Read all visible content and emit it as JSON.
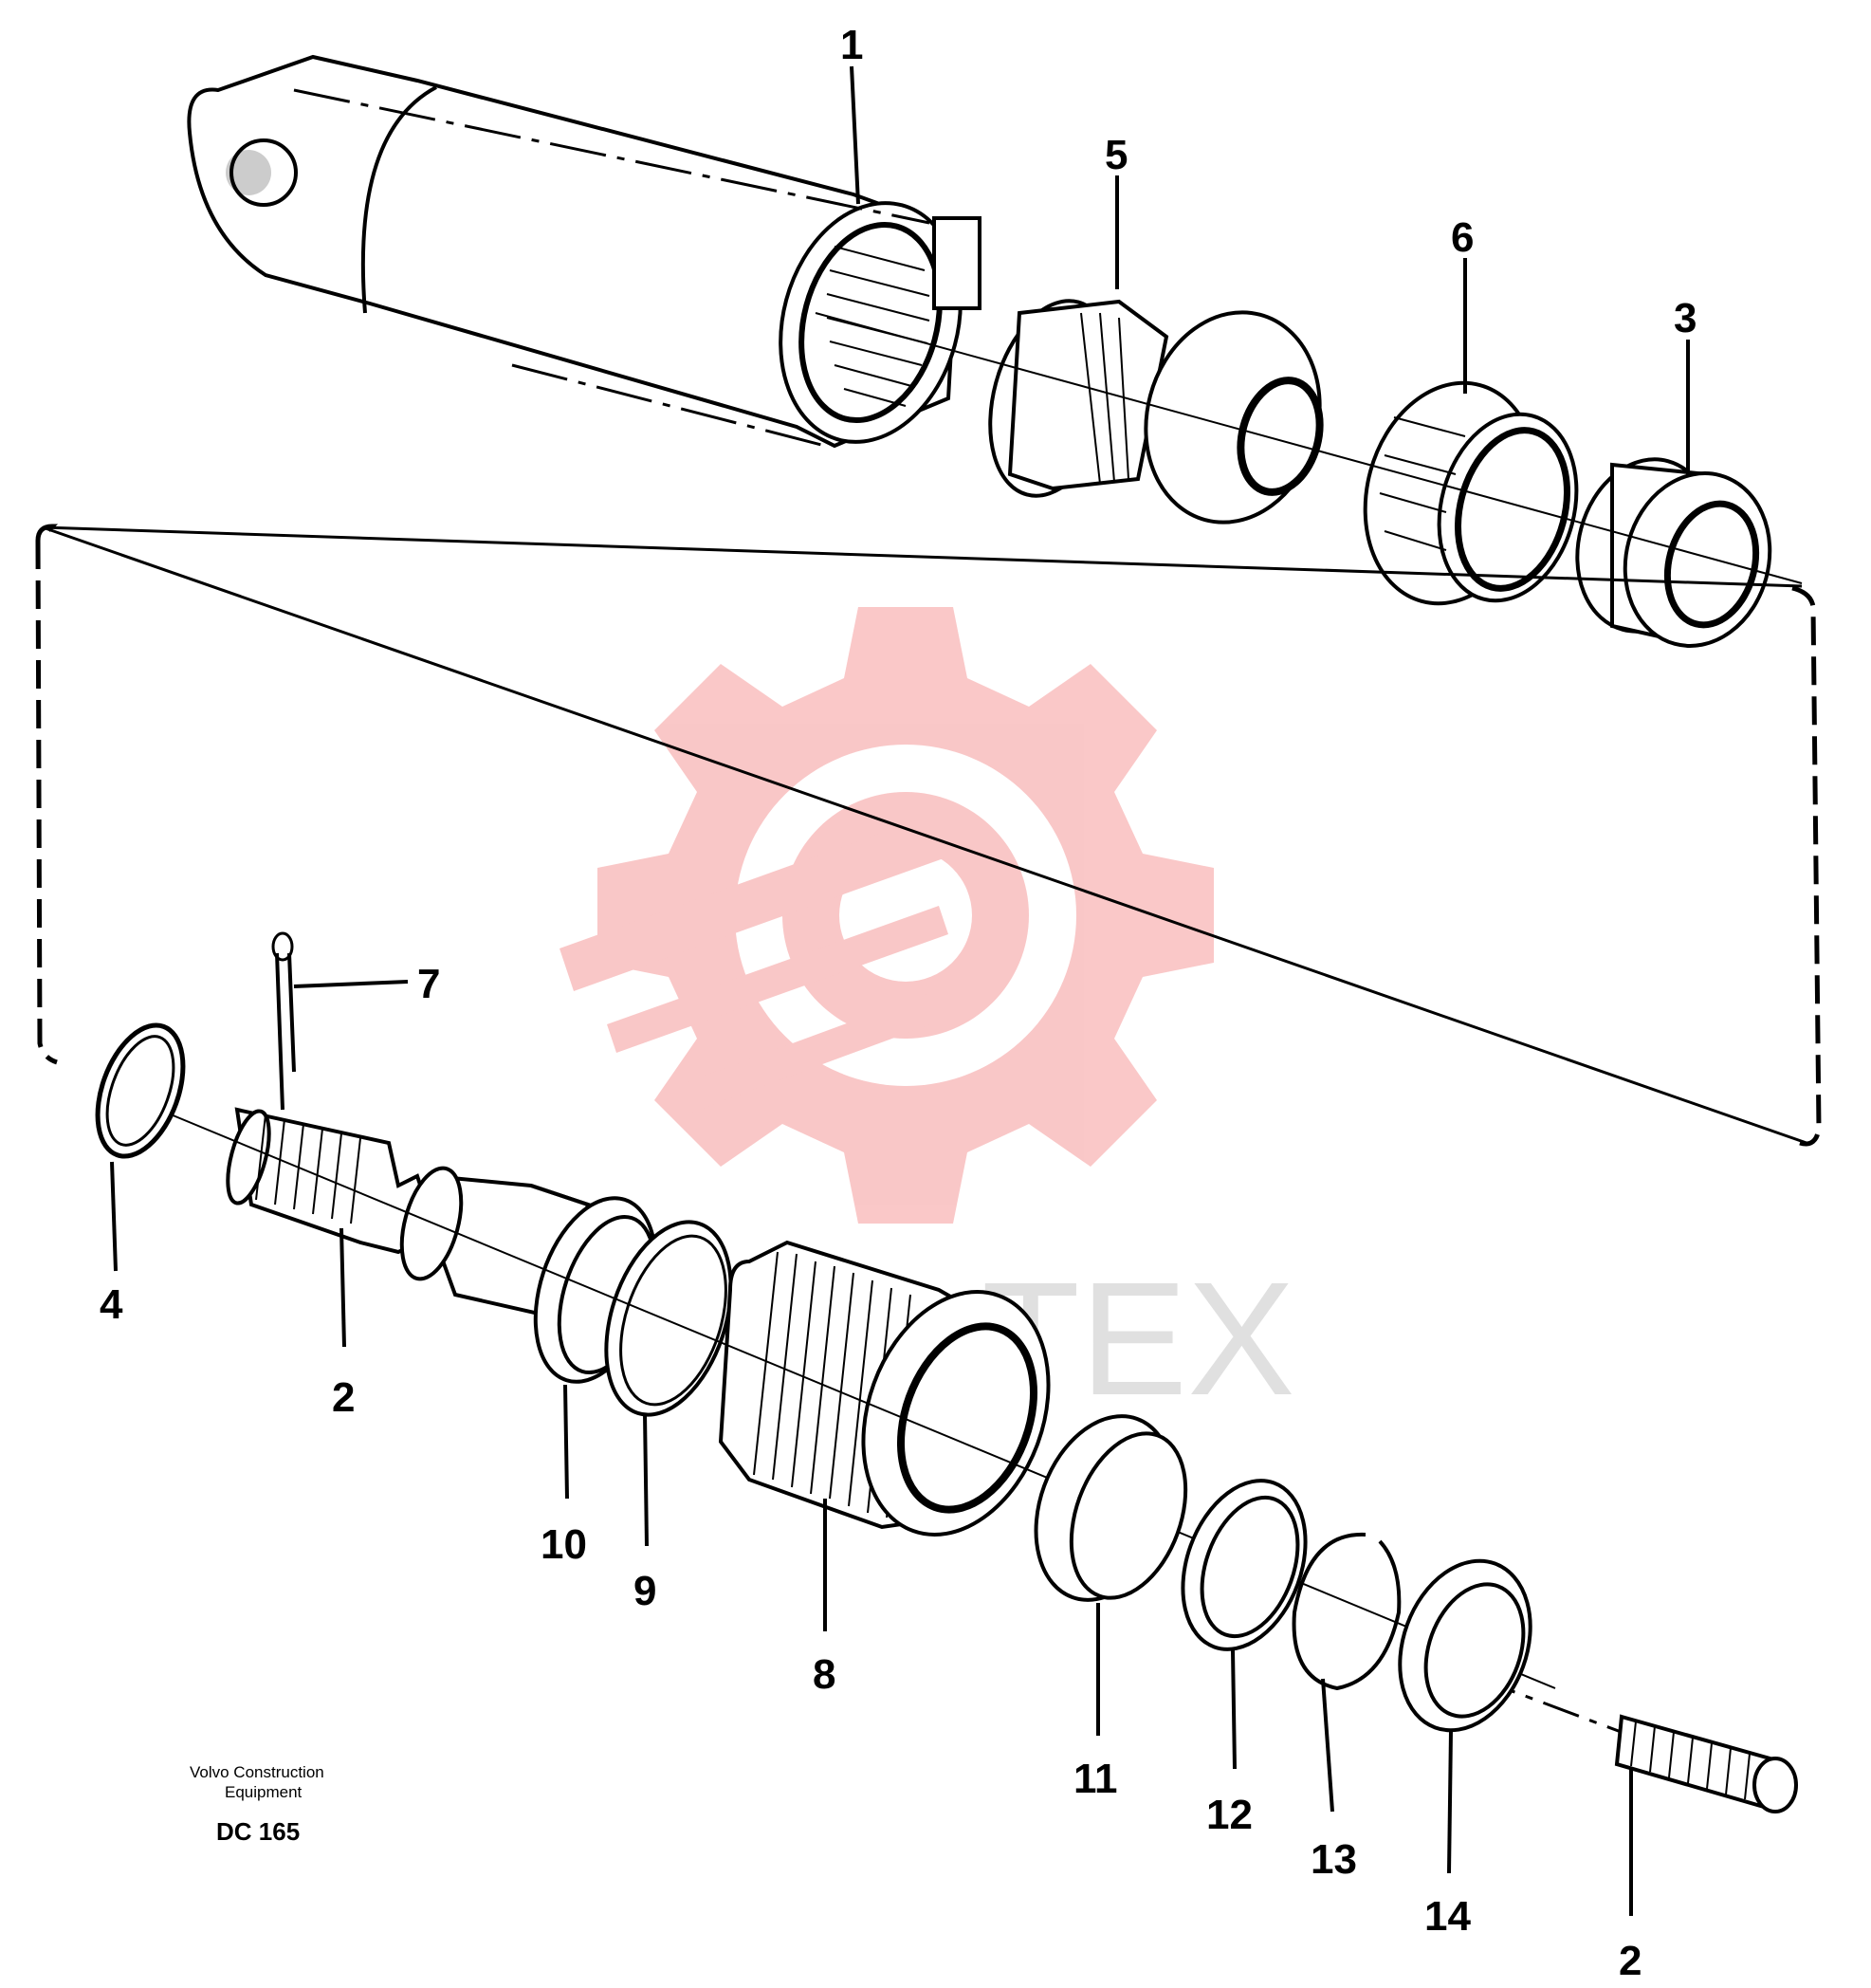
{
  "callouts": {
    "c1": "1",
    "c5": "5",
    "c6": "6",
    "c3": "3",
    "c7": "7",
    "c4": "4",
    "c2a": "2",
    "c10": "10",
    "c9": "9",
    "c8": "8",
    "c11": "11",
    "c12": "12",
    "c13": "13",
    "c14": "14",
    "c2b": "2"
  },
  "caption": {
    "line1": "Volvo Construction",
    "line2": "Equipment",
    "code": "DC 165"
  },
  "watermark": {
    "color": "#f59a9a",
    "text": "TEX"
  }
}
